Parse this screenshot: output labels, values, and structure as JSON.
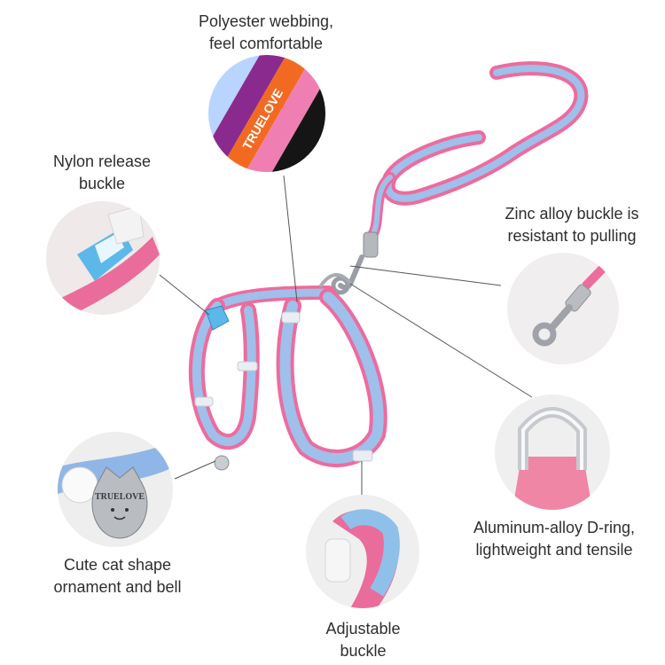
{
  "labels": {
    "webbing": [
      "Polyester webbing,",
      "feel comfortable"
    ],
    "release_buckle": [
      "Nylon release",
      "buckle"
    ],
    "zinc_buckle": [
      "Zinc alloy buckle is",
      "resistant to pulling"
    ],
    "d_ring": [
      "Aluminum-alloy D-ring,",
      "lightweight and tensile"
    ],
    "ornament": [
      "Cute cat shape",
      "ornament and bell"
    ],
    "adjustable": [
      "Adjustable",
      "buckle"
    ]
  },
  "tag_text": "TRUELOVE",
  "webbing_text": "TRUELOVE",
  "colors": {
    "pink": "#ee6b9e",
    "blue": "#8fb6e6",
    "orange": "#f26a22",
    "purple": "#8a2a8e",
    "metal": "#b9bcc1"
  }
}
